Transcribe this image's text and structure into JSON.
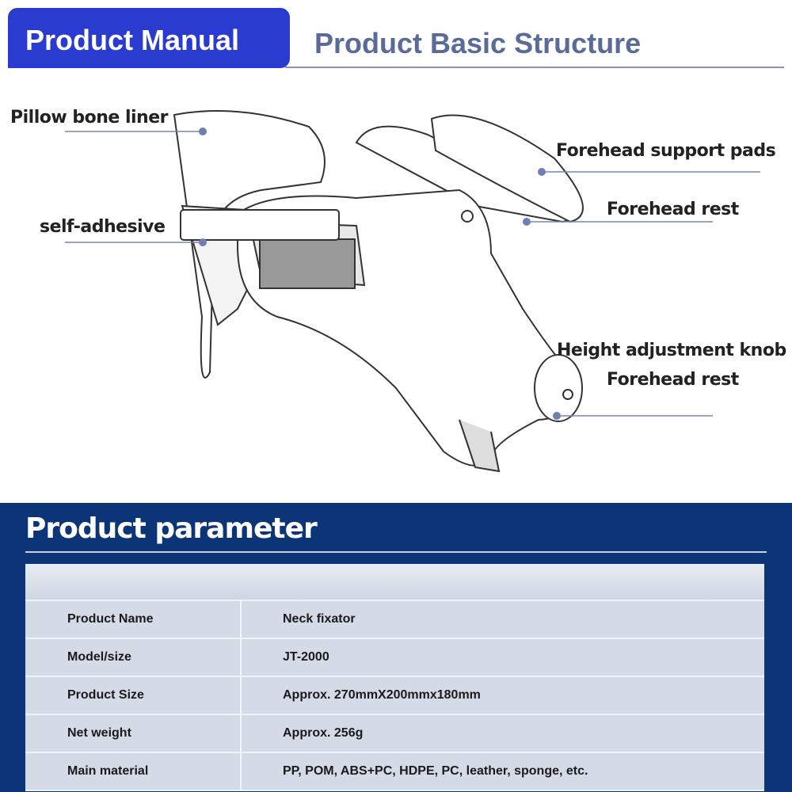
{
  "header": {
    "tab": "Product Manual",
    "title": "Product Basic Structure"
  },
  "labels": {
    "pillow": "Pillow bone liner",
    "adhesive": "self-adhesive",
    "pads": "Forehead support pads",
    "rest1": "Forehead rest",
    "knob": "Height adjustment knob",
    "rest2": "Forehead rest"
  },
  "params": {
    "title": "Product parameter",
    "rows": [
      {
        "k": "Product Name",
        "v": "Neck fixator"
      },
      {
        "k": "Model/size",
        "v": "JT-2000"
      },
      {
        "k": "Product Size",
        "v": "Approx. 270mmX200mmx180mm"
      },
      {
        "k": "Net weight",
        "v": "Approx. 256g"
      },
      {
        "k": "Main material",
        "v": "PP, POM, ABS+PC, HDPE, PC, leather, sponge, etc."
      }
    ]
  },
  "colors": {
    "tab": "#2a3bd0",
    "navy": "#0c3577",
    "row": "#d5dbe6"
  }
}
